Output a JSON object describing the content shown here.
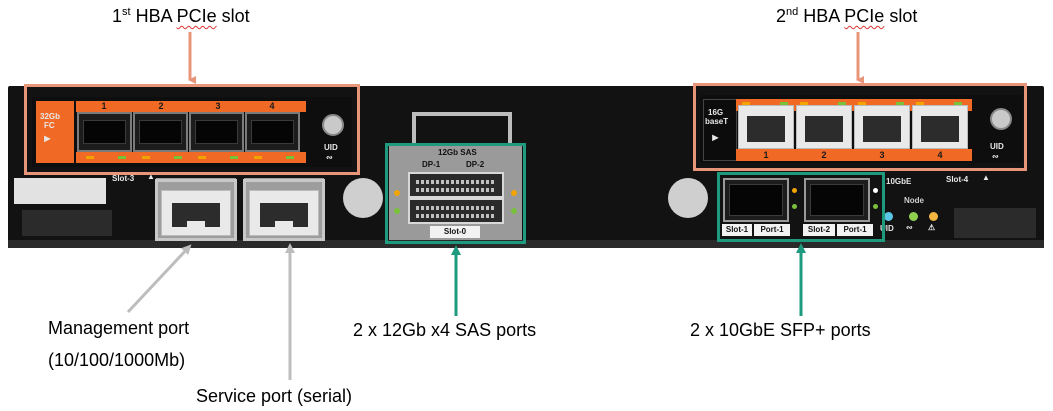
{
  "callouts": {
    "hba1": {
      "prefix": "1",
      "sup": "st",
      "mid": " HBA ",
      "word": "PCIe",
      "suffix": " slot"
    },
    "hba2": {
      "prefix": "2",
      "sup": "nd",
      "mid": " HBA ",
      "word": "PCIe",
      "suffix": " slot"
    },
    "mgmt_line1": "Management port",
    "mgmt_line2": "(10/100/1000Mb)",
    "sas": "2 x 12Gb x4 SAS ports",
    "sfp": "2 x 10GbE SFP+ ports",
    "service": "Service port (serial)"
  },
  "colors": {
    "orange_callout": "#e8957a",
    "green_callout": "#1e9a7e",
    "grey_callout": "#bdbdbd",
    "card_orange": "#f06a25"
  },
  "fc_card": {
    "type_label_1": "32Gb",
    "type_label_2": "FC",
    "ports": [
      "1",
      "2",
      "3",
      "4"
    ],
    "uid_label": "UID",
    "slot_label": "Slot-3"
  },
  "base_t_card": {
    "type_label_1": "16G",
    "type_label_2": "baseT",
    "ports": [
      "1",
      "2",
      "3",
      "4"
    ],
    "uid_label": "UID",
    "slot_label": "Slot-4"
  },
  "sas_panel": {
    "title": "12Gb SAS",
    "port_1": "DP-1",
    "port_2": "DP-2",
    "slot_label": "Slot-0"
  },
  "sfp_panel": {
    "label_1a": "Slot-1",
    "label_1b": "Port-1",
    "label_2a": "Slot-2",
    "label_2b": "Port-1",
    "speed_label": "10GbE",
    "node_label": "Node",
    "uid_label": "UID"
  },
  "icons": [
    "uid-button-icon",
    "heartbeat-icon",
    "warning-icon",
    "lock-icon"
  ]
}
